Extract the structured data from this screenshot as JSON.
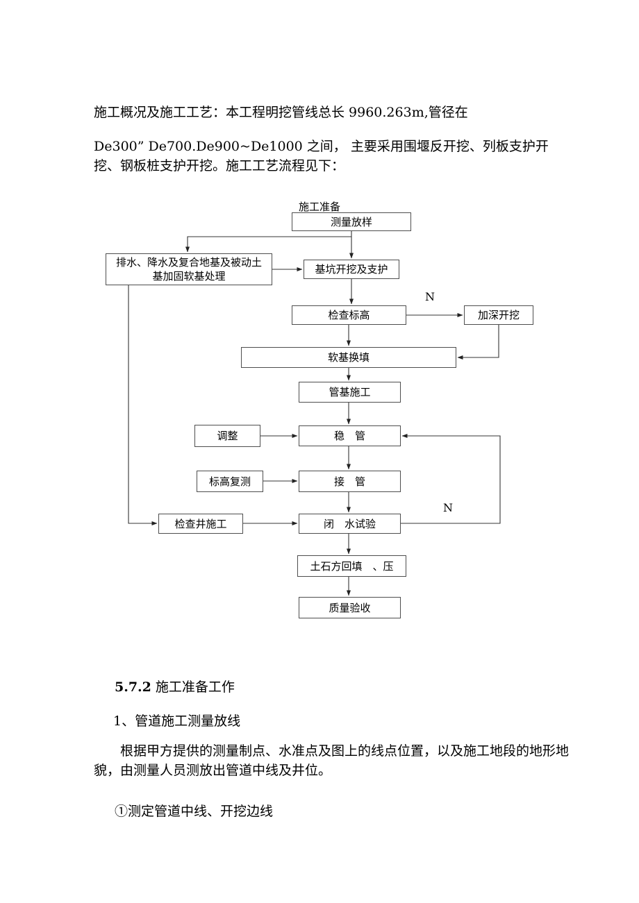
{
  "intro": {
    "para1": "施工概况及施工工艺：本工程明挖管线总长 9960.263m,管径在",
    "para2": "De300” De700.De900~De1000 之间， 主要采用围堰反开挖、列板支护开挖、钢板桩支护开挖。施工工艺流程见下："
  },
  "flowchart": {
    "prep_label": "施工准备",
    "n1": "N",
    "n2": "N",
    "nodes": {
      "survey": "测量放样",
      "drainage": "排水、降水及复合地基及被动土基加固软基处理",
      "excavation": "基坑开挖及支护",
      "check_elevation": "检查标高",
      "deepen": "加深开挖",
      "soft_replace": "软基换填",
      "pipe_base": "管基施工",
      "adjust": "调整",
      "stabilize": "稳　管",
      "recheck": "标高复测",
      "joint": "接　管",
      "inspection_well": "检查井施工",
      "water_test": "闭　水试验",
      "backfill": "土石方回填　、压",
      "quality": "质量验收"
    },
    "colors": {
      "box_border": "#4d4d4d",
      "connector": "#333333"
    }
  },
  "sections": {
    "h_num": "5.7.2",
    "h_title": " 施工准备工作",
    "item1": "1、管道施工测量放线",
    "para1": "根据甲方提供的测量制点、水准点及图上的线点位置，以及施工地段的地形地貌，由测量人员测放出管道中线及井位。",
    "item2": "①测定管道中线、开挖边线"
  }
}
